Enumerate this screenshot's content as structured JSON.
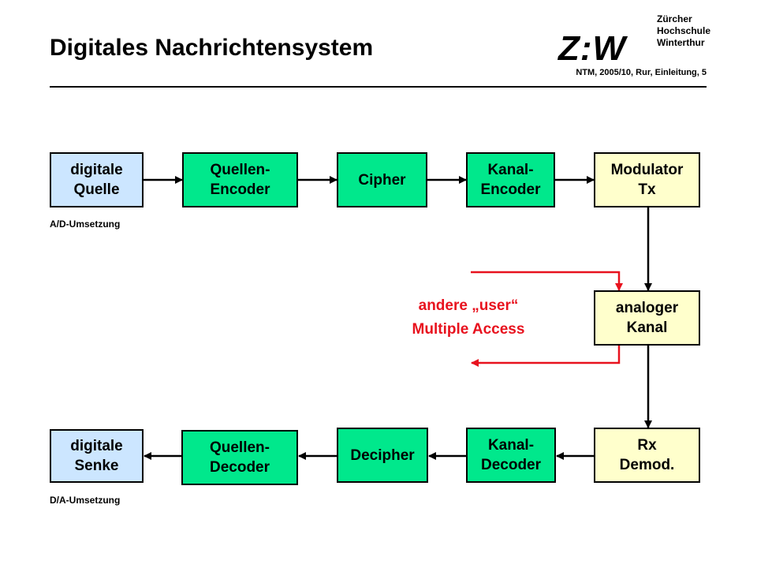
{
  "header": {
    "title": "Digitales Nachrichtensystem",
    "logo_text": "Z:W",
    "institution": [
      "Zürcher",
      "Hochschule",
      "Winterthur"
    ],
    "course_info": "NTM, 2005/10, Rur, Einleitung, 5"
  },
  "colors": {
    "source_sink": "#cce6ff",
    "processing": "#00e88c",
    "analog": "#ffffcc",
    "multiple_access": "#e8121e"
  },
  "tx_chain": [
    {
      "line1": "digitale",
      "line2": "Quelle"
    },
    {
      "line1": "Quellen-",
      "line2": "Encoder"
    },
    {
      "line1": "Cipher",
      "line2": ""
    },
    {
      "line1": "Kanal-",
      "line2": "Encoder"
    },
    {
      "line1": "Modulator",
      "line2": "Tx"
    }
  ],
  "channel": {
    "line1": "analoger",
    "line2": "Kanal"
  },
  "rx_chain": [
    {
      "line1": "digitale",
      "line2": "Senke"
    },
    {
      "line1": "Quellen-",
      "line2": "Decoder"
    },
    {
      "line1": "Decipher",
      "line2": ""
    },
    {
      "line1": "Kanal-",
      "line2": "Decoder"
    },
    {
      "line1": "Rx",
      "line2": "Demod."
    }
  ],
  "notes": {
    "ad": "A/D-Umsetzung",
    "da": "D/A-Umsetzung"
  },
  "multiple_access": {
    "line1": "andere „user“",
    "line2": "Multiple Access"
  }
}
